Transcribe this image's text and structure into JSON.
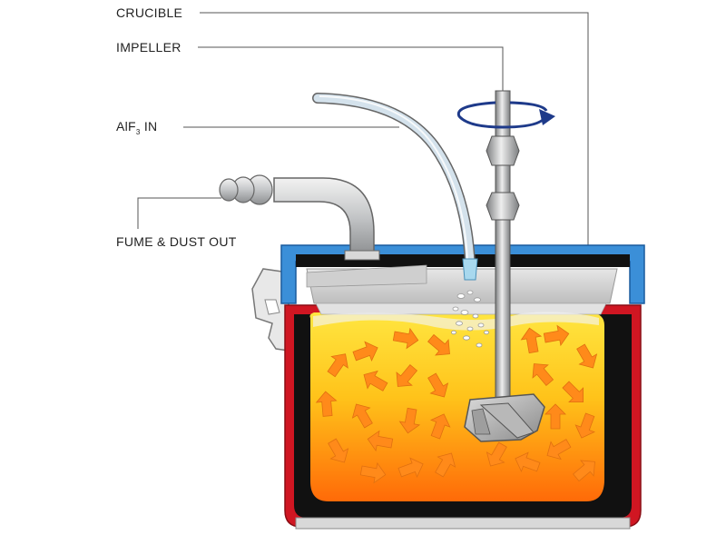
{
  "labels": {
    "crucible": "CRUCIBLE",
    "impeller": "IMPELLER",
    "alf3_prefix": "AlF",
    "alf3_subscript": "3",
    "alf3_suffix": " IN",
    "fume_dust": "FUME & DUST OUT"
  },
  "colors": {
    "crucible_shell": "#d01622",
    "crucible_lining": "#111111",
    "lid": "#3b8fd8",
    "melt_top": "#ffe040",
    "melt_bottom": "#ff7a10",
    "flow_arrow": "#ff8a1a",
    "steel": "#b0b2b4",
    "alf3_tube": "#a8d8ee"
  },
  "icons": {
    "rotation": "rotation-arrow-icon",
    "flow": "flow-arrow-icon"
  }
}
